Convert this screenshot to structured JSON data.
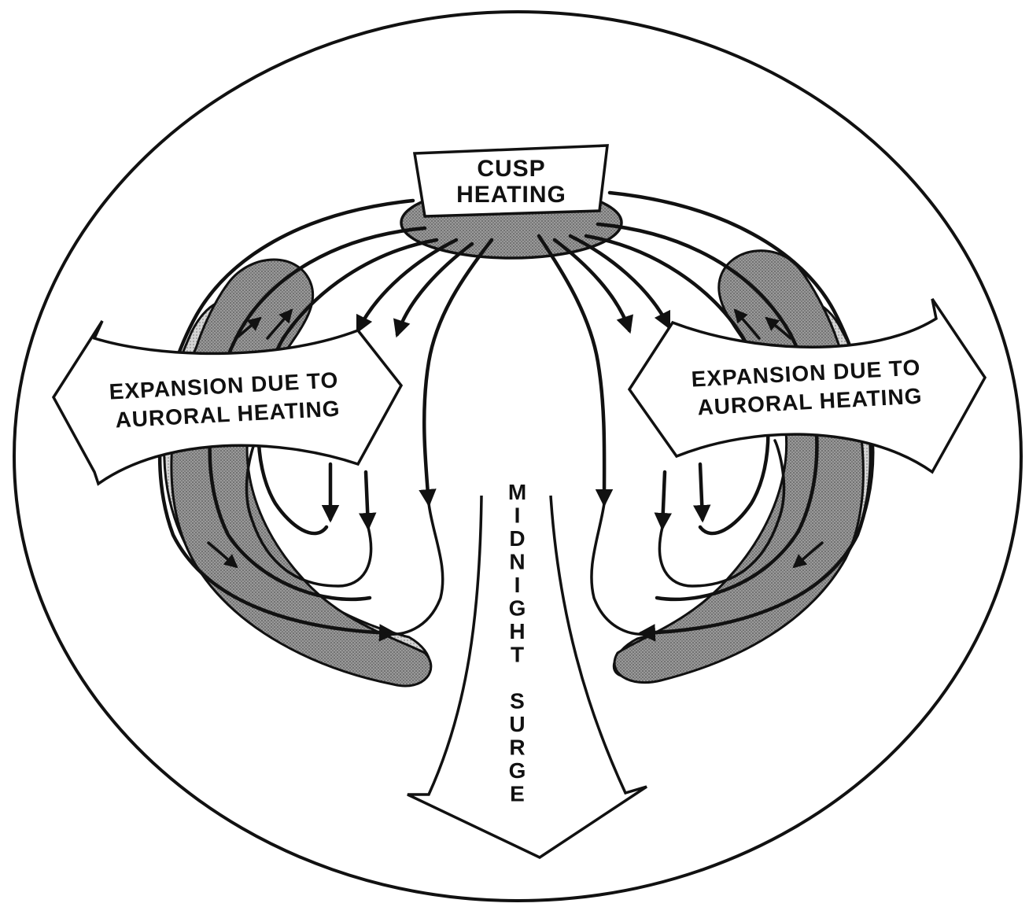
{
  "diagram": {
    "cusp_label": [
      "CUSP",
      "HEATING"
    ],
    "left_expansion_label": [
      "EXPANSION DUE TO",
      "AURORAL HEATING"
    ],
    "right_expansion_label": [
      "EXPANSION DUE TO",
      "AURORAL HEATING"
    ],
    "surge_letters": [
      "M",
      "I",
      "D",
      "N",
      "I",
      "G",
      "H",
      "T",
      "",
      "S",
      "U",
      "R",
      "G",
      "E"
    ]
  },
  "colors": {
    "ink": "#111111",
    "dark_shade": "#8f8f8f",
    "light_shade": "#c9c9c9",
    "paper": "#ffffff"
  }
}
